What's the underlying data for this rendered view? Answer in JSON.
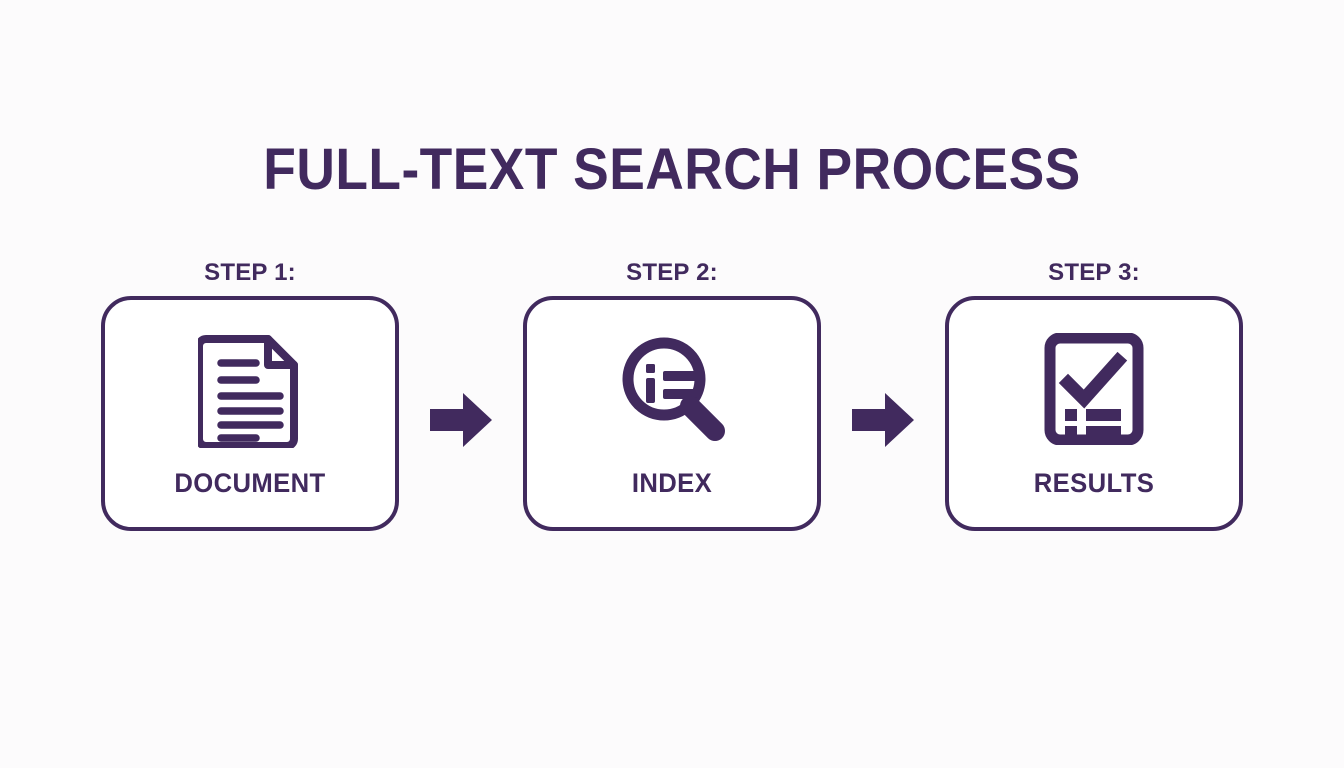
{
  "page": {
    "title": "FULL-TEXT SEARCH PROCESS",
    "background_color": "#fcfbfc",
    "accent_color": "#412a5e"
  },
  "steps": [
    {
      "step_label": "STEP 1:",
      "card_label": "DOCUMENT",
      "icon": "document-icon"
    },
    {
      "step_label": "STEP 2:",
      "card_label": "INDEX",
      "icon": "magnifier-index-icon"
    },
    {
      "step_label": "STEP 3:",
      "card_label": "RESULTS",
      "icon": "checklist-results-icon"
    }
  ],
  "connectors": [
    {
      "name": "arrow-right-icon"
    },
    {
      "name": "arrow-right-icon"
    }
  ]
}
